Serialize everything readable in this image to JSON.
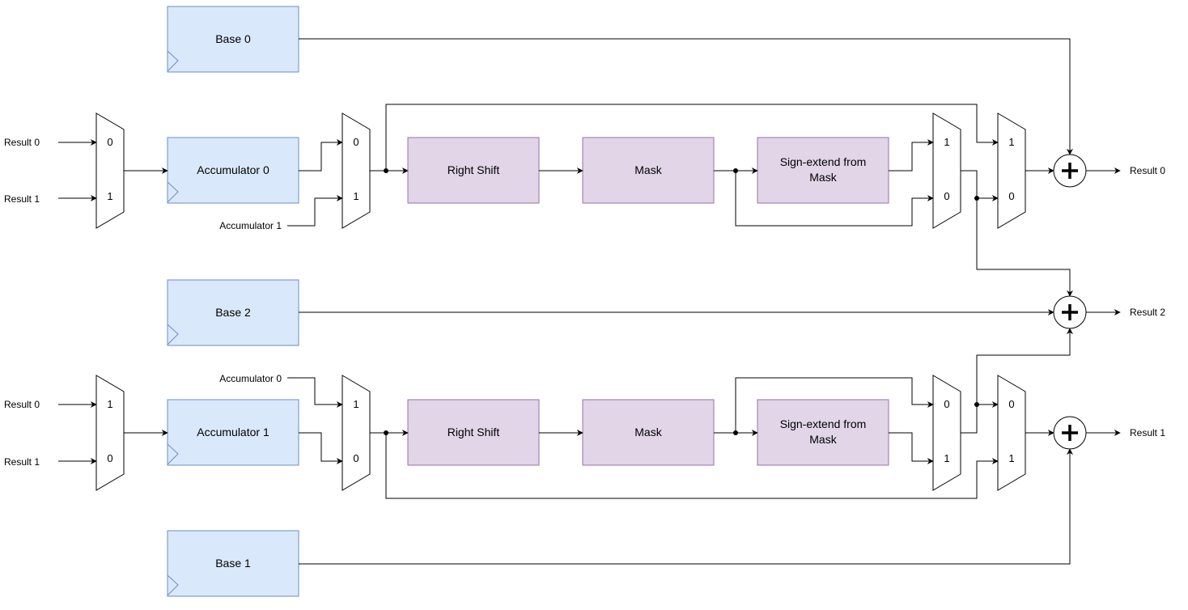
{
  "registers": {
    "base0": "Base 0",
    "acc0": "Accumulator 0",
    "base2": "Base 2",
    "acc1": "Accumulator 1",
    "base1": "Base 1"
  },
  "ops": {
    "shift_top": "Right Shift",
    "mask_top": "Mask",
    "sext_top_1": "Sign-extend from",
    "sext_top_2": "Mask",
    "shift_bot": "Right Shift",
    "mask_bot": "Mask",
    "sext_bot_1": "Sign-extend from",
    "sext_bot_2": "Mask"
  },
  "signals": {
    "in_top_r0": "Result 0",
    "in_top_r1": "Result 1",
    "acc1_in": "Accumulator 1",
    "acc0_in": "Accumulator 0",
    "in_bot_r0": "Result 0",
    "in_bot_r1": "Result 1",
    "out_r0": "Result 0",
    "out_r2": "Result 2",
    "out_r1": "Result 1"
  },
  "mux_labels": {
    "m1_top": "0",
    "m1_bot": "1",
    "m2_top": "0",
    "m2_bot": "1",
    "m3_top": "1",
    "m3_bot": "0",
    "m4_top": "1",
    "m4_bot": "0",
    "m5_top": "1",
    "m5_bot": "0",
    "m6_top": "1",
    "m6_bot": "0",
    "m7_top": "0",
    "m7_bot": "1",
    "m8_top": "0",
    "m8_bot": "1"
  },
  "colors": {
    "register_fill": "#dae8fc",
    "register_stroke": "#6c8ebf",
    "operation_fill": "#e1d5e7",
    "operation_stroke": "#9673a6"
  }
}
